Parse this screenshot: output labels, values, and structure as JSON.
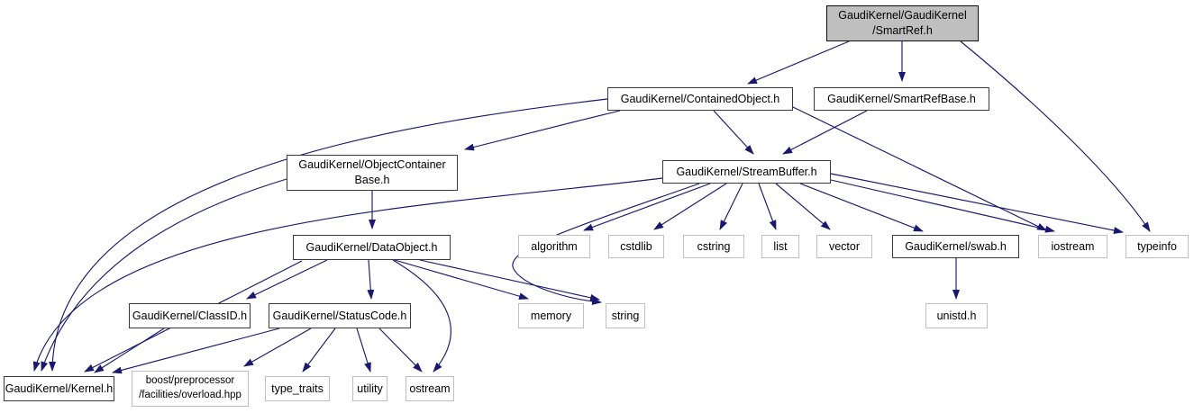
{
  "diagram": {
    "title": "Include dependency graph for GaudiKernel/GaudiKernel/SmartRef.h",
    "edge_color": "#191970",
    "root_fill": "#bfbfbf",
    "nodes": [
      {
        "id": "smartref",
        "label": "GaudiKernel/GaudiKernel\n/SmartRef.h",
        "kind": "root"
      },
      {
        "id": "containedobject",
        "label": "GaudiKernel/ContainedObject.h",
        "kind": "linked"
      },
      {
        "id": "smartrefbase",
        "label": "GaudiKernel/SmartRefBase.h",
        "kind": "linked"
      },
      {
        "id": "objectcontainerbase",
        "label": "GaudiKernel/ObjectContainer\nBase.h",
        "kind": "linked"
      },
      {
        "id": "streambuffer",
        "label": "GaudiKernel/StreamBuffer.h",
        "kind": "linked"
      },
      {
        "id": "dataobject",
        "label": "GaudiKernel/DataObject.h",
        "kind": "linked"
      },
      {
        "id": "algorithm",
        "label": "algorithm",
        "kind": "std"
      },
      {
        "id": "cstdlib",
        "label": "cstdlib",
        "kind": "std"
      },
      {
        "id": "cstring",
        "label": "cstring",
        "kind": "std"
      },
      {
        "id": "list",
        "label": "list",
        "kind": "std"
      },
      {
        "id": "vector",
        "label": "vector",
        "kind": "std"
      },
      {
        "id": "swab",
        "label": "GaudiKernel/swab.h",
        "kind": "linked"
      },
      {
        "id": "iostream",
        "label": "iostream",
        "kind": "std"
      },
      {
        "id": "typeinfo",
        "label": "typeinfo",
        "kind": "std"
      },
      {
        "id": "classid",
        "label": "GaudiKernel/ClassID.h",
        "kind": "linked"
      },
      {
        "id": "statuscode",
        "label": "GaudiKernel/StatusCode.h",
        "kind": "linked"
      },
      {
        "id": "memory",
        "label": "memory",
        "kind": "std"
      },
      {
        "id": "string",
        "label": "string",
        "kind": "std"
      },
      {
        "id": "unistd",
        "label": "unistd.h",
        "kind": "std"
      },
      {
        "id": "kernel",
        "label": "GaudiKernel/Kernel.h",
        "kind": "linked"
      },
      {
        "id": "boost",
        "label": "boost/preprocessor\n/facilities/overload.hpp",
        "kind": "std"
      },
      {
        "id": "typetraits",
        "label": "type_traits",
        "kind": "std"
      },
      {
        "id": "utility",
        "label": "utility",
        "kind": "std"
      },
      {
        "id": "ostream",
        "label": "ostream",
        "kind": "std"
      }
    ],
    "edges": [
      {
        "from": "smartref",
        "to": "containedobject"
      },
      {
        "from": "smartref",
        "to": "smartrefbase"
      },
      {
        "from": "smartref",
        "to": "typeinfo"
      },
      {
        "from": "containedobject",
        "to": "objectcontainerbase"
      },
      {
        "from": "containedobject",
        "to": "streambuffer"
      },
      {
        "from": "containedobject",
        "to": "kernel"
      },
      {
        "from": "containedobject",
        "to": "iostream"
      },
      {
        "from": "smartrefbase",
        "to": "streambuffer"
      },
      {
        "from": "objectcontainerbase",
        "to": "dataobject"
      },
      {
        "from": "objectcontainerbase",
        "to": "kernel"
      },
      {
        "from": "streambuffer",
        "to": "kernel"
      },
      {
        "from": "streambuffer",
        "to": "algorithm"
      },
      {
        "from": "streambuffer",
        "to": "cstdlib"
      },
      {
        "from": "streambuffer",
        "to": "cstring"
      },
      {
        "from": "streambuffer",
        "to": "list"
      },
      {
        "from": "streambuffer",
        "to": "vector"
      },
      {
        "from": "streambuffer",
        "to": "swab"
      },
      {
        "from": "streambuffer",
        "to": "iostream"
      },
      {
        "from": "streambuffer",
        "to": "typeinfo"
      },
      {
        "from": "streambuffer",
        "to": "string"
      },
      {
        "from": "dataobject",
        "to": "classid"
      },
      {
        "from": "dataobject",
        "to": "statuscode"
      },
      {
        "from": "dataobject",
        "to": "memory"
      },
      {
        "from": "dataobject",
        "to": "string"
      },
      {
        "from": "dataobject",
        "to": "ostream"
      },
      {
        "from": "dataobject",
        "to": "kernel"
      },
      {
        "from": "classid",
        "to": "kernel"
      },
      {
        "from": "statuscode",
        "to": "kernel"
      },
      {
        "from": "statuscode",
        "to": "boost"
      },
      {
        "from": "statuscode",
        "to": "typetraits"
      },
      {
        "from": "statuscode",
        "to": "utility"
      },
      {
        "from": "statuscode",
        "to": "ostream"
      },
      {
        "from": "swab",
        "to": "unistd"
      }
    ]
  }
}
